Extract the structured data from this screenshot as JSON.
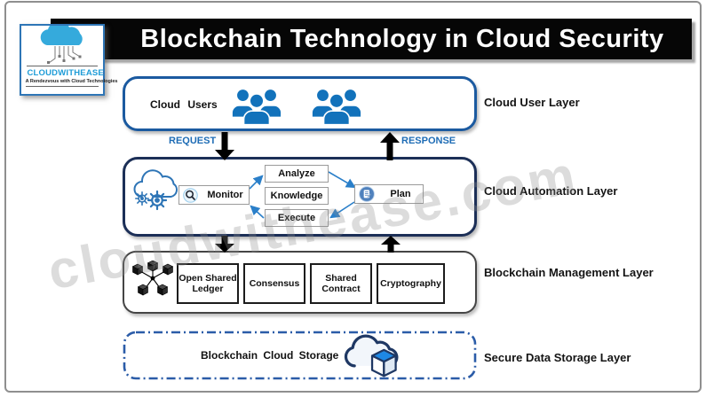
{
  "title": "Blockchain Technology in Cloud Security",
  "logo": {
    "brand": "CLOUDWITHEASE",
    "tagline": "A Rendezvous with Cloud Technologies"
  },
  "watermark": "cloudwithease.com",
  "flows": {
    "request_label": "REQUEST",
    "response_label": "RESPONSE"
  },
  "layers": {
    "user": {
      "side_label": "Cloud User Layer",
      "title": "Cloud Users"
    },
    "automation": {
      "side_label": "Cloud Automation Layer",
      "nodes": {
        "monitor": "Monitor",
        "analyze": "Analyze",
        "knowledge": "Knowledge",
        "execute": "Execute",
        "plan": "Plan"
      }
    },
    "management": {
      "side_label": "Blockchain Management Layer",
      "blocks": [
        "Open Shared Ledger",
        "Consensus",
        "Shared Contract",
        "Cryptography"
      ]
    },
    "storage": {
      "side_label": "Secure Data Storage Layer",
      "title": "Blockchain Cloud Storage"
    }
  },
  "colors": {
    "accent_blue": "#1b6cb5",
    "navy_border": "#1c2f57",
    "title_bg": "#060606",
    "flow_label_blue": "#1e6cb5",
    "storage_dash_blue": "#2b5ca8"
  }
}
